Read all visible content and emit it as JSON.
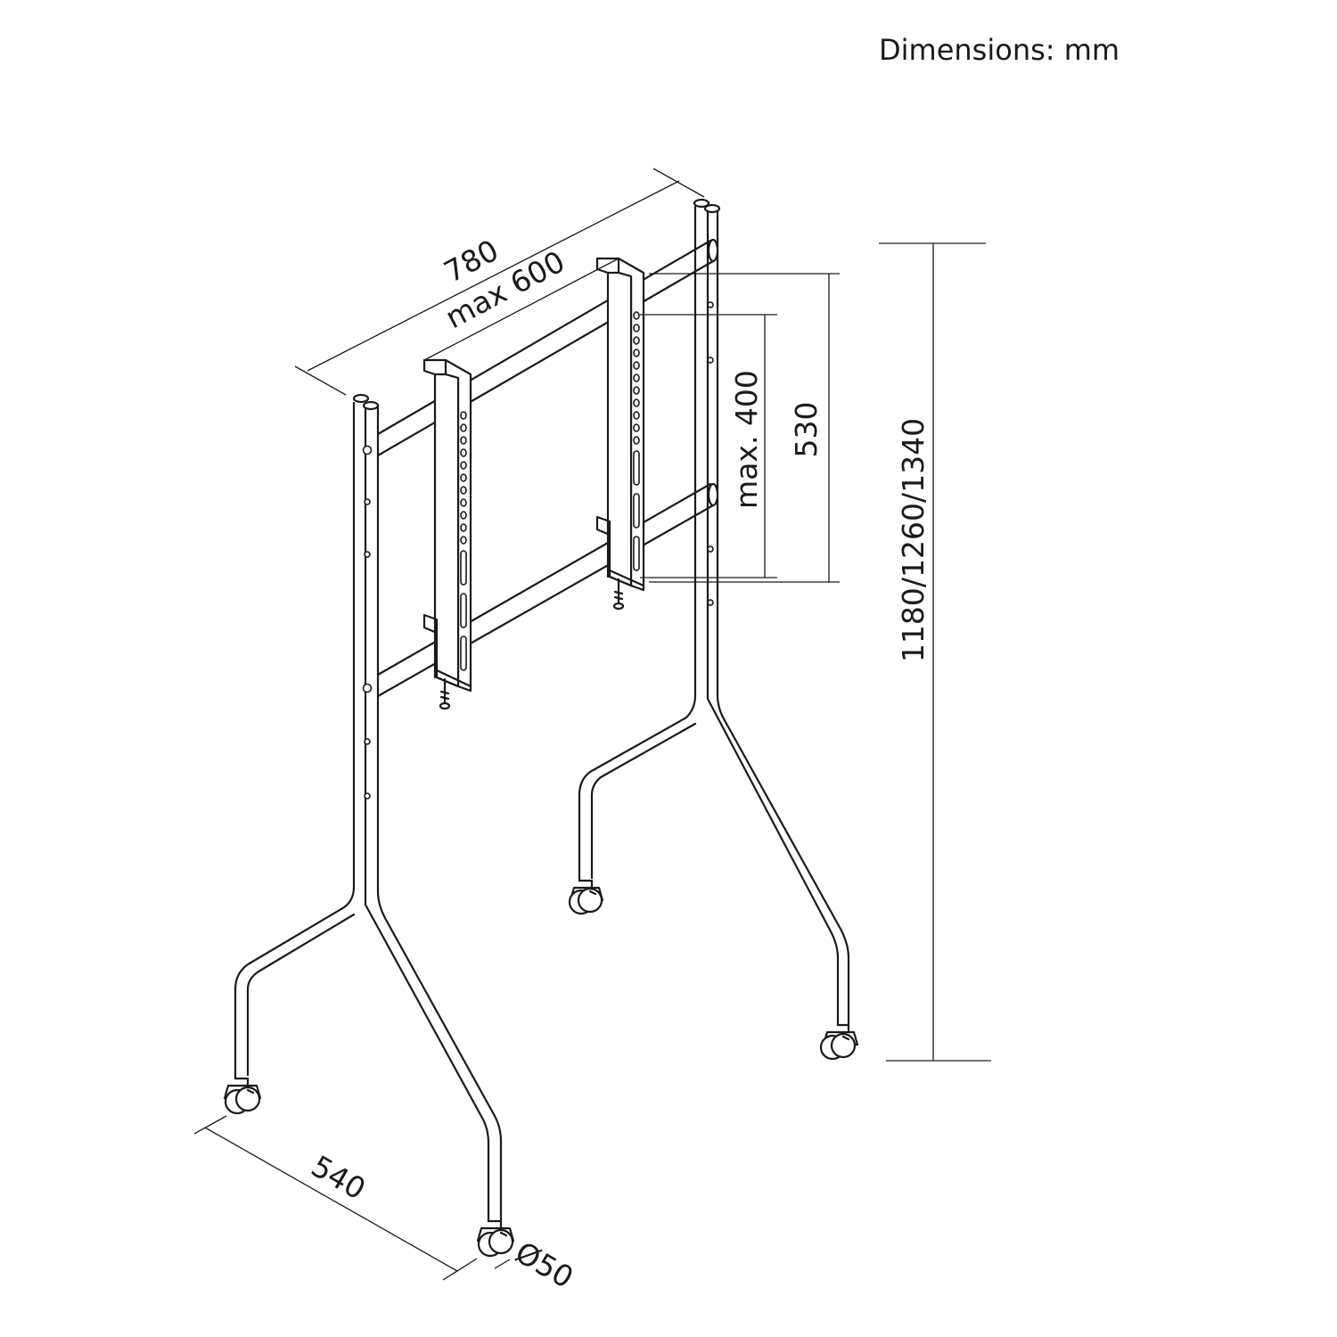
{
  "header": {
    "units_note": "Dimensions: mm"
  },
  "dimensions": {
    "total_width": "780",
    "vesa_width": "max 600",
    "vesa_height": "max. 400",
    "bracket_height": "530",
    "stand_height": "1180/1260/1340",
    "base_depth": "540",
    "caster_diameter": "Ø50"
  }
}
